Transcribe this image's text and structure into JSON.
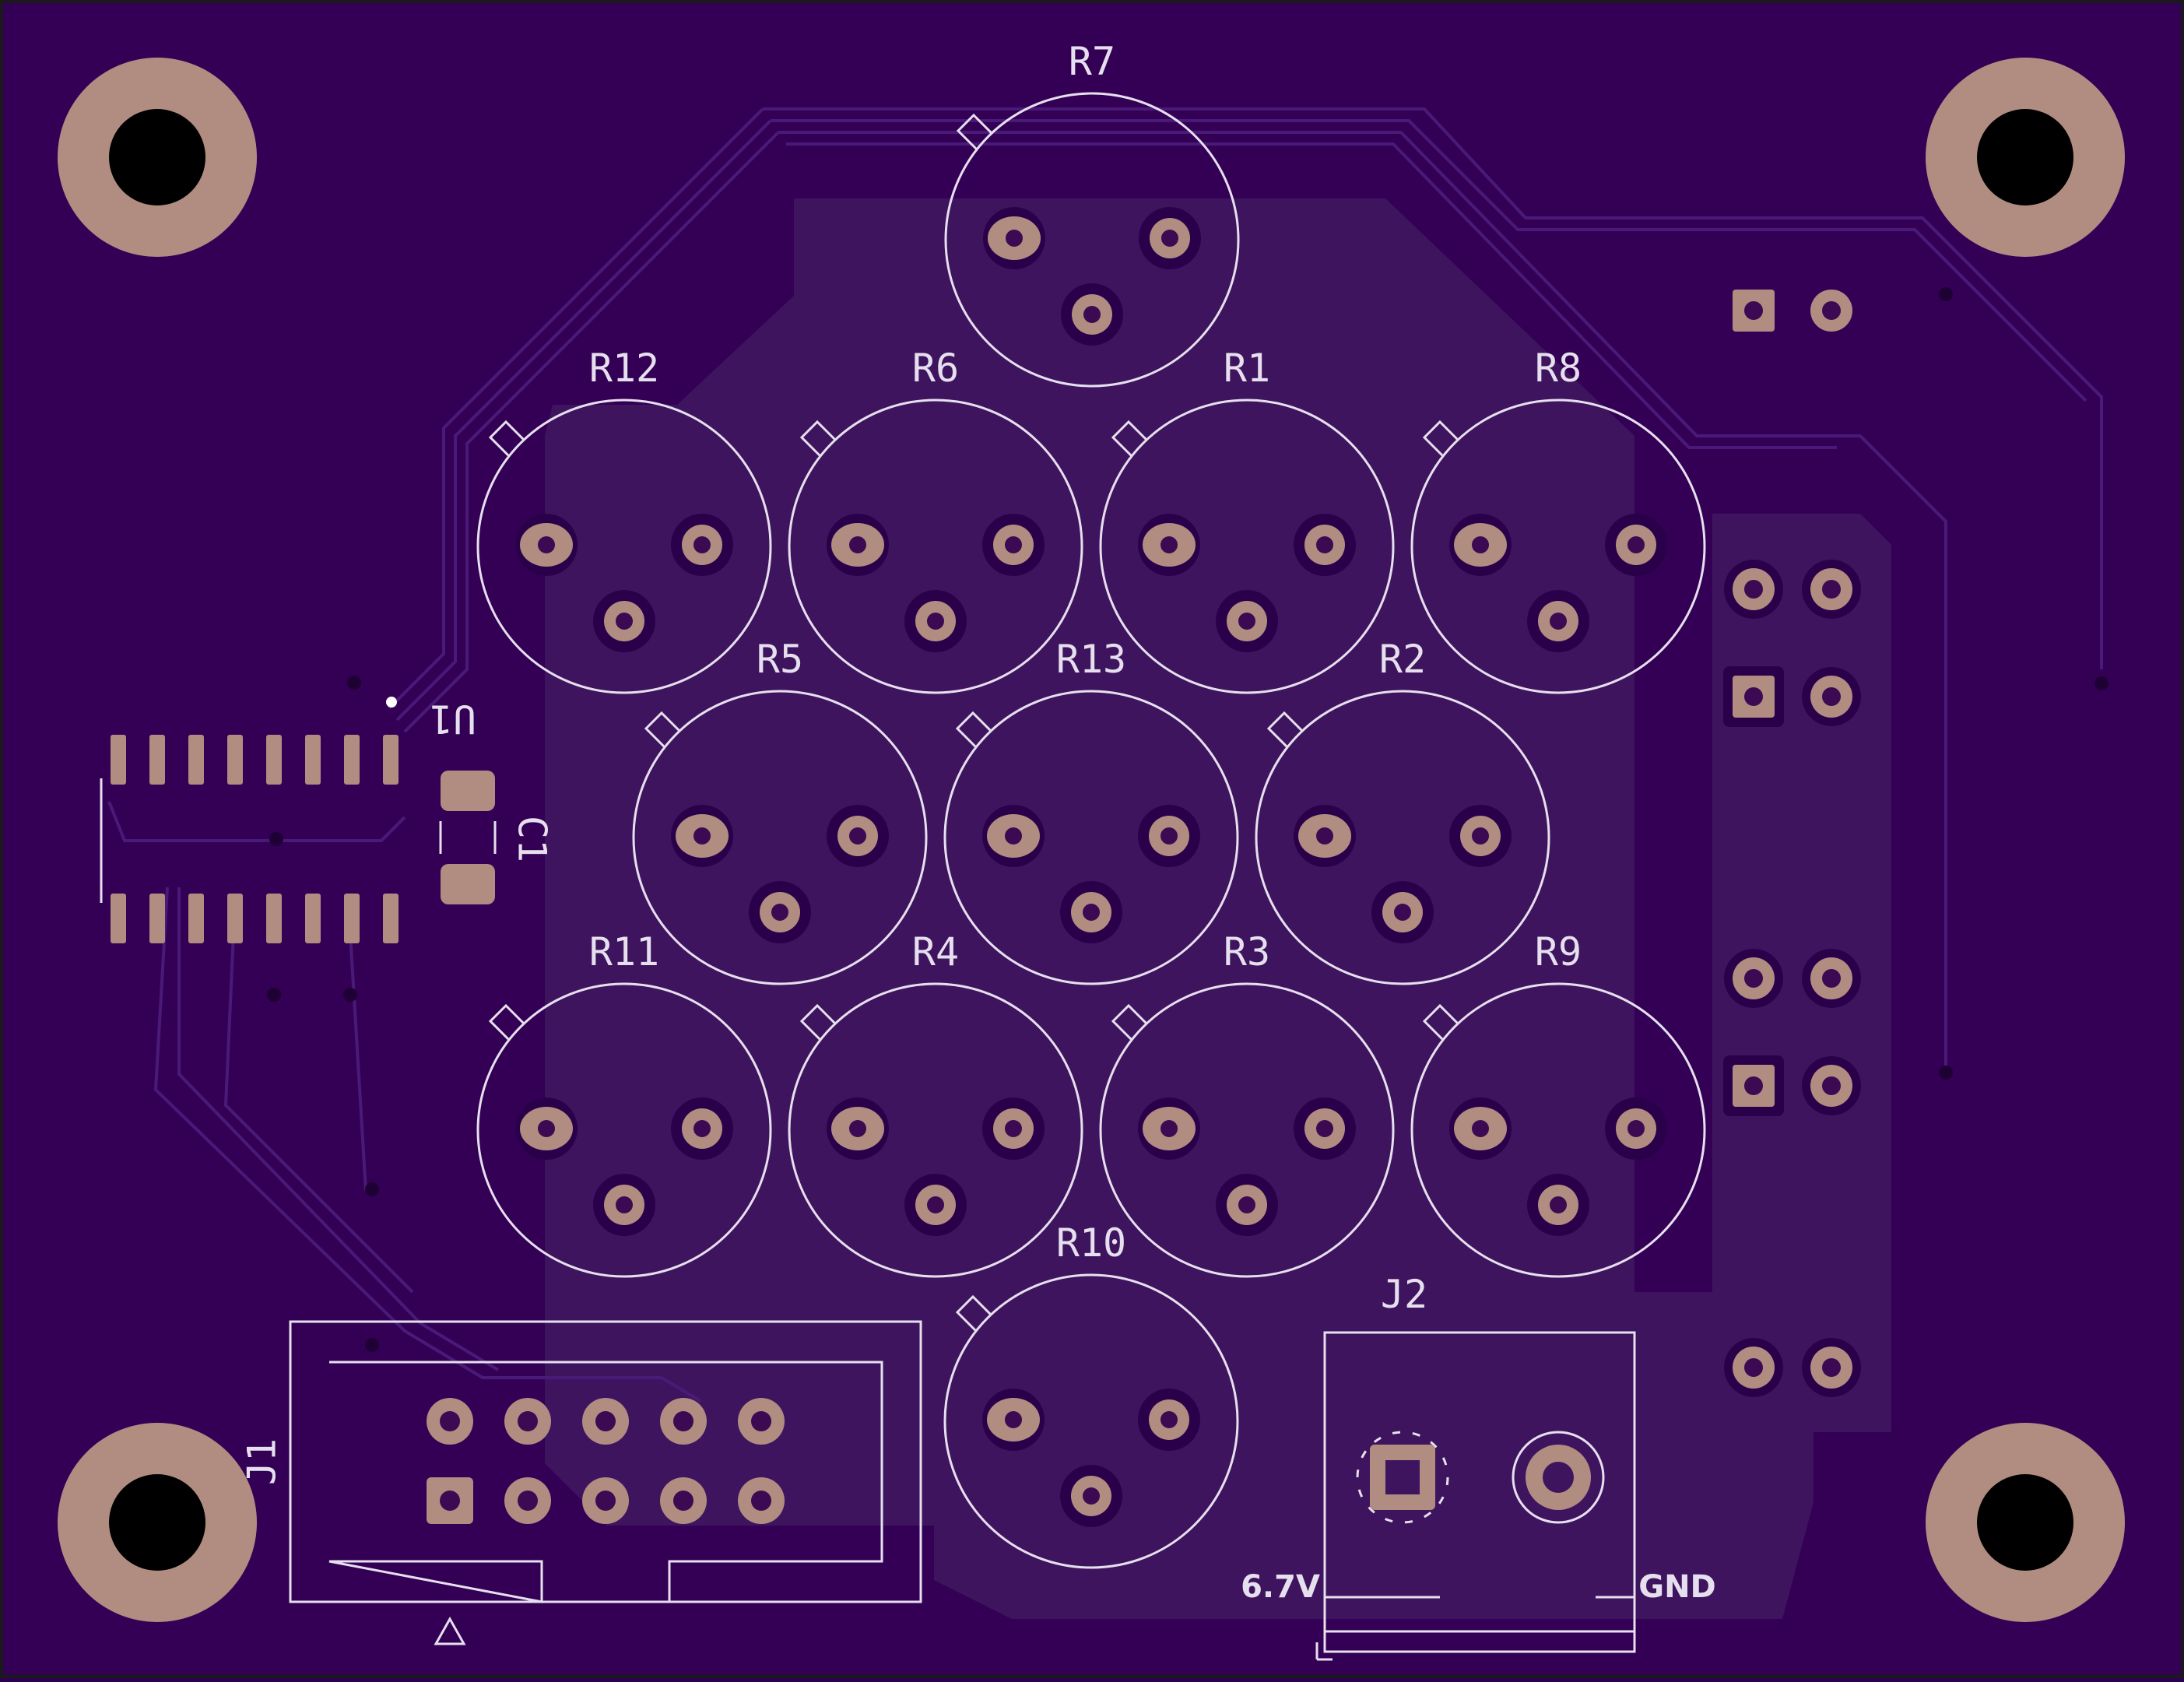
{
  "board": {
    "colors": {
      "substrate": "#330055",
      "copper_fill": "#3f145f",
      "silkscreen": "#e6e0ee",
      "pad": "#b08d80",
      "trace": "#4a1a78",
      "outline": "#1a1a1a"
    }
  },
  "components": {
    "sensors": [
      {
        "ref": "R7"
      },
      {
        "ref": "R12"
      },
      {
        "ref": "R6"
      },
      {
        "ref": "R1"
      },
      {
        "ref": "R8"
      },
      {
        "ref": "R5"
      },
      {
        "ref": "R13"
      },
      {
        "ref": "R2"
      },
      {
        "ref": "R11"
      },
      {
        "ref": "R4"
      },
      {
        "ref": "R3"
      },
      {
        "ref": "R9"
      },
      {
        "ref": "R10"
      }
    ],
    "u1_label": "U1",
    "c1_label": "C1",
    "j1_label": "J1",
    "j2_label": "J2",
    "j2_left_label": "6.7V",
    "j2_right_label": "GND"
  }
}
